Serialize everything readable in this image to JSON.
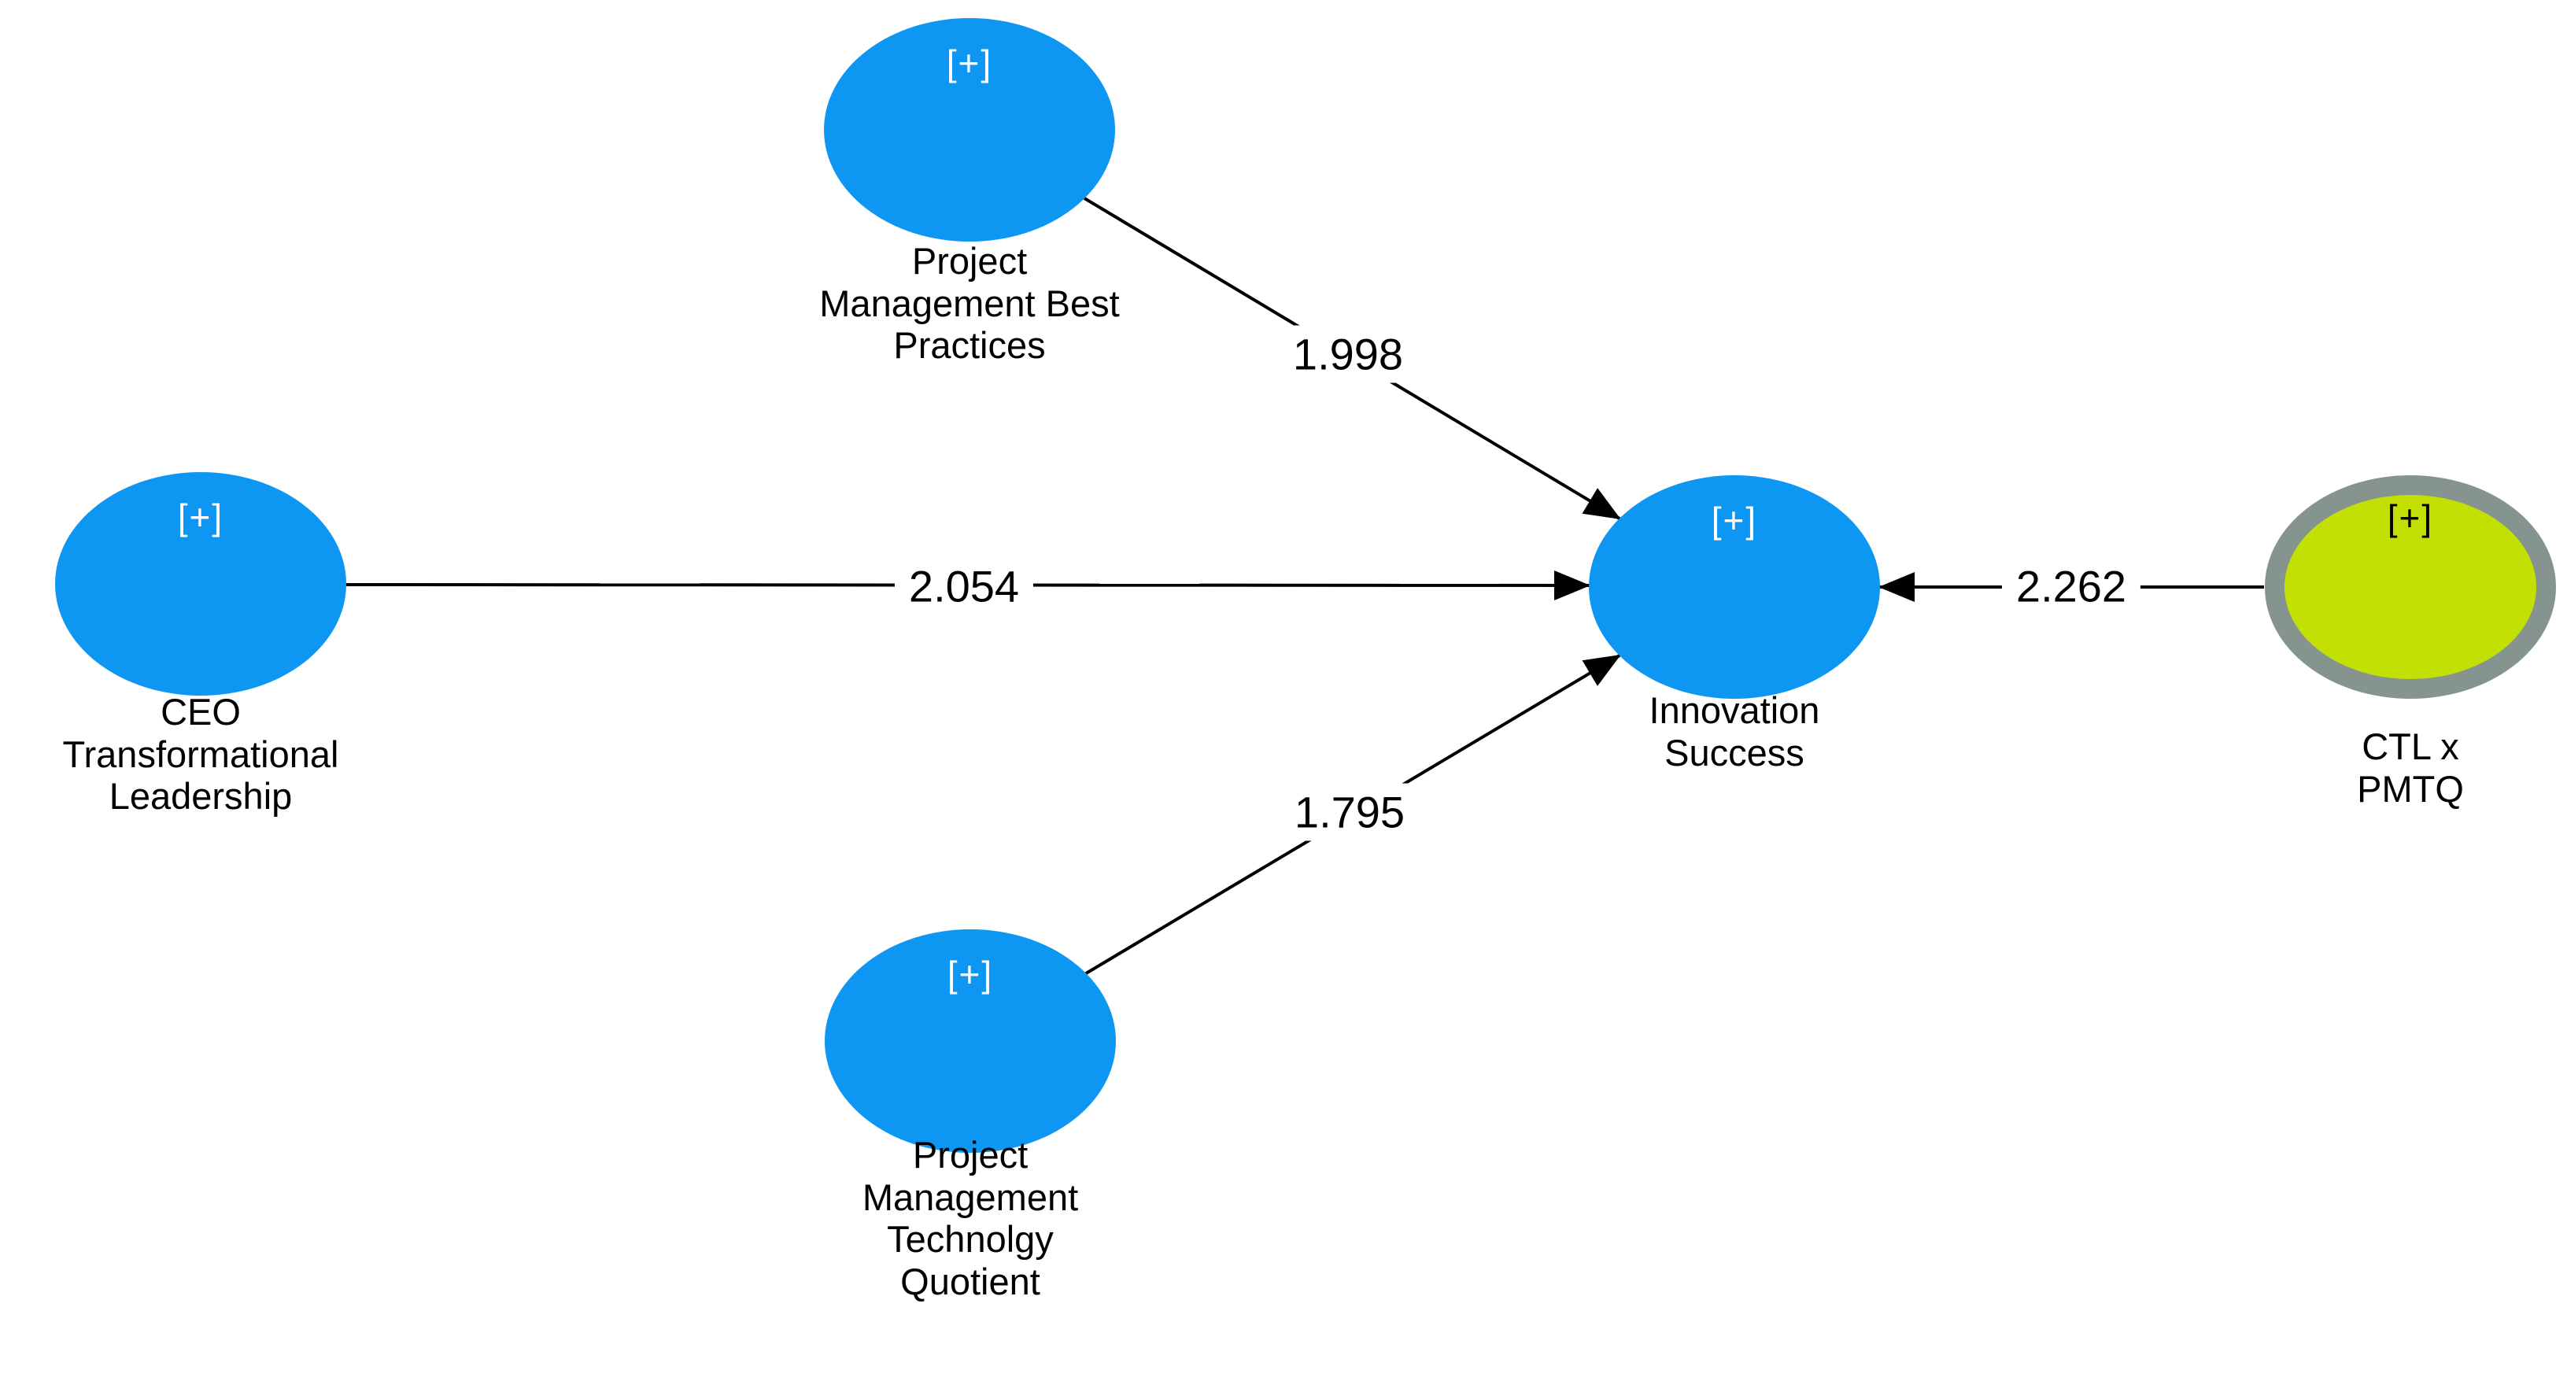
{
  "colors": {
    "background": "#ffffff",
    "construct_fill": "#0d97f2",
    "construct_symbol_color": "#ffffff",
    "moderator_fill": "#c3e005",
    "moderator_ring": "#85948e",
    "edge_line": "#000000",
    "text": "#000000"
  },
  "nodes": {
    "pmbp": {
      "symbol": "[+]",
      "label": "Project\nManagement Best\nPractices"
    },
    "ceotl": {
      "symbol": "[+]",
      "label": "CEO\nTransformational\nLeadership"
    },
    "innovation_success": {
      "symbol": "[+]",
      "label": "Innovation\nSuccess"
    },
    "pmtq": {
      "symbol": "[+]",
      "label": "Project\nManagement\nTechnolgy\nQuotient"
    },
    "ctl_x_pmtq": {
      "symbol": "[+]",
      "label": "CTL x PMTQ"
    }
  },
  "edges": {
    "pmbp_to_is": {
      "from": "Project Management Best Practices",
      "to": "Innovation Success",
      "value": "1.998"
    },
    "ceotl_to_is": {
      "from": "CEO Transformational Leadership",
      "to": "Innovation Success",
      "value": "2.054"
    },
    "pmtq_to_is": {
      "from": "Project Management Technolgy Quotient",
      "to": "Innovation Success",
      "value": "1.795"
    },
    "ctl_x_pmtq_to_is": {
      "from": "CTL x PMTQ",
      "to": "Innovation Success",
      "value": "2.262"
    }
  }
}
